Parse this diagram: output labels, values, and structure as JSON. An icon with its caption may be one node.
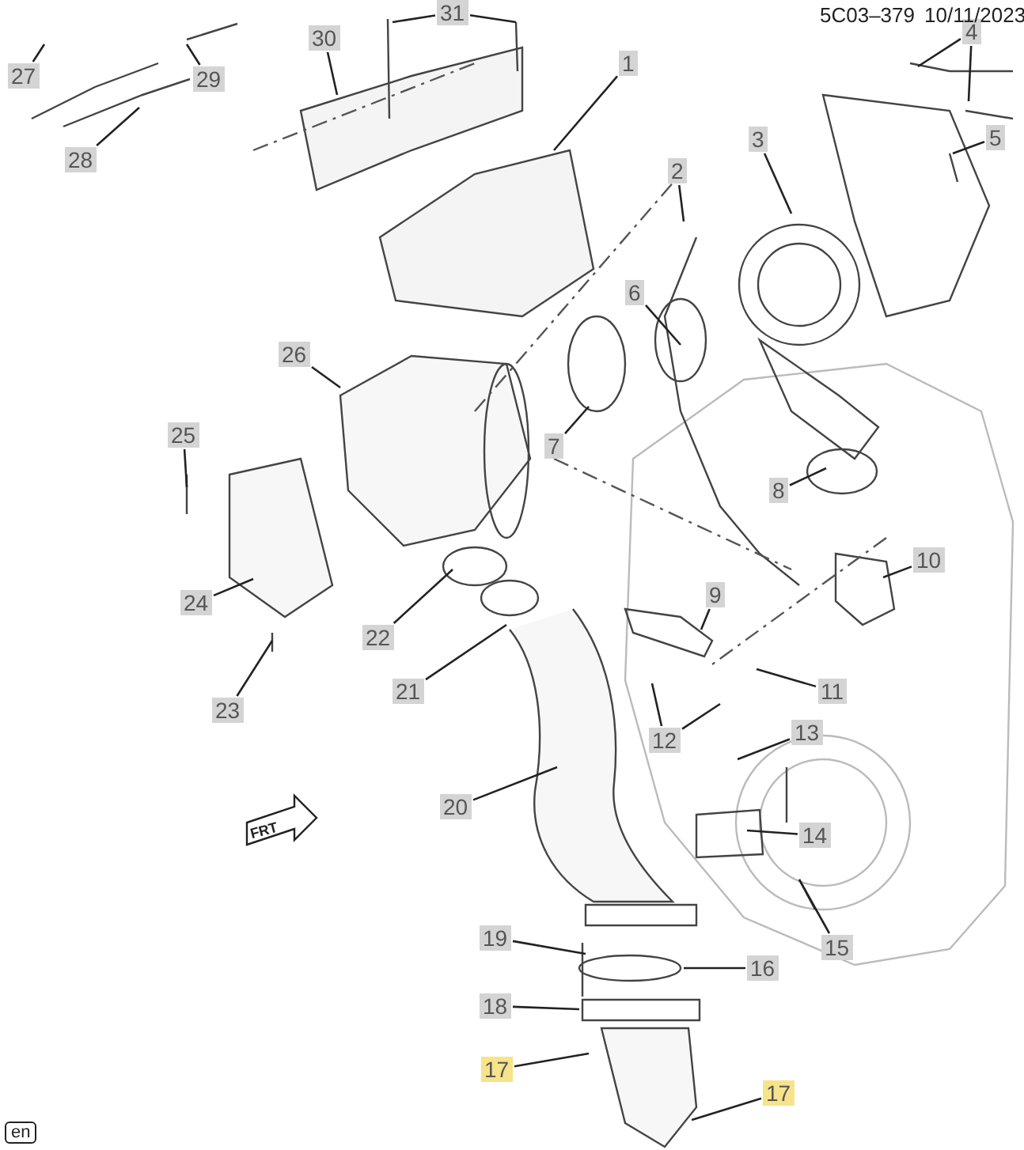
{
  "diagram": {
    "nodes": [
      {
        "text": [
          "1"
        ]
      },
      {
        "text": [
          "2"
        ]
      },
      {
        "text": [
          "3"
        ]
      },
      {
        "text": [
          "4"
        ]
      },
      {
        "text": [
          "5"
        ]
      },
      {
        "text": [
          "6"
        ]
      },
      {
        "text": [
          "7"
        ]
      },
      {
        "text": [
          "8"
        ]
      },
      {
        "text": [
          "9"
        ]
      },
      {
        "text": [
          "10"
        ]
      },
      {
        "text": [
          "11"
        ]
      },
      {
        "text": [
          "12"
        ]
      },
      {
        "text": [
          "13"
        ]
      },
      {
        "text": [
          "14"
        ]
      },
      {
        "text": [
          "15"
        ]
      },
      {
        "text": [
          "16"
        ]
      },
      {
        "text": [
          "17"
        ]
      },
      {
        "text": [
          "17"
        ]
      },
      {
        "text": [
          "18"
        ]
      },
      {
        "text": [
          "19"
        ]
      },
      {
        "text": [
          "20"
        ]
      },
      {
        "text": [
          "21"
        ]
      },
      {
        "text": [
          "22"
        ]
      },
      {
        "text": [
          "23"
        ]
      },
      {
        "text": [
          "24"
        ]
      },
      {
        "text": [
          "25"
        ]
      },
      {
        "text": [
          "26"
        ]
      },
      {
        "text": [
          "27"
        ]
      },
      {
        "text": [
          "28"
        ]
      },
      {
        "text": [
          "29"
        ]
      },
      {
        "text": [
          "30"
        ]
      },
      {
        "text": [
          "31"
        ]
      }
    ],
    "edges": [
      {
        "from": 0,
        "to": null,
        "arrow": "none"
      },
      {
        "from": 1,
        "to": null,
        "arrow": "none"
      },
      {
        "from": 2,
        "to": null,
        "arrow": "none"
      },
      {
        "from": 3,
        "to": null,
        "arrow": "none"
      },
      {
        "from": 3,
        "to": null,
        "arrow": "none"
      },
      {
        "from": 4,
        "to": null,
        "arrow": "none"
      },
      {
        "from": 5,
        "to": null,
        "arrow": "none"
      },
      {
        "from": 6,
        "to": null,
        "arrow": "none"
      },
      {
        "from": 7,
        "to": null,
        "arrow": "none"
      },
      {
        "from": 8,
        "to": null,
        "arrow": "none"
      },
      {
        "from": 9,
        "to": null,
        "arrow": "none"
      },
      {
        "from": 10,
        "to": null,
        "arrow": "none"
      },
      {
        "from": 11,
        "to": null,
        "arrow": "none"
      },
      {
        "from": 11,
        "to": null,
        "arrow": "none"
      },
      {
        "from": 12,
        "to": null,
        "arrow": "none"
      },
      {
        "from": 13,
        "to": null,
        "arrow": "none"
      },
      {
        "from": 14,
        "to": null,
        "arrow": "none"
      },
      {
        "from": 15,
        "to": null,
        "arrow": "none"
      },
      {
        "from": 16,
        "to": null,
        "arrow": "none"
      },
      {
        "from": 17,
        "to": null,
        "arrow": "none"
      },
      {
        "from": 18,
        "to": null,
        "arrow": "none"
      },
      {
        "from": 19,
        "to": null,
        "arrow": "none"
      },
      {
        "from": 20,
        "to": null,
        "arrow": "none"
      },
      {
        "from": 21,
        "to": null,
        "arrow": "none"
      },
      {
        "from": 22,
        "to": null,
        "arrow": "none"
      },
      {
        "from": 23,
        "to": null,
        "arrow": "none"
      },
      {
        "from": 24,
        "to": null,
        "arrow": "none"
      },
      {
        "from": 25,
        "to": null,
        "arrow": "none"
      },
      {
        "from": 26,
        "to": null,
        "arrow": "none"
      },
      {
        "from": 27,
        "to": null,
        "arrow": "none"
      },
      {
        "from": 28,
        "to": null,
        "arrow": "none"
      },
      {
        "from": 29,
        "to": null,
        "arrow": "none"
      },
      {
        "from": 30,
        "to": null,
        "arrow": "none"
      },
      {
        "from": 31,
        "to": null,
        "arrow": "none"
      },
      {
        "from": 31,
        "to": null,
        "arrow": "none"
      }
    ],
    "labels": [
      "5C03–379",
      "10/11/2023",
      "FRT",
      "en"
    ]
  }
}
